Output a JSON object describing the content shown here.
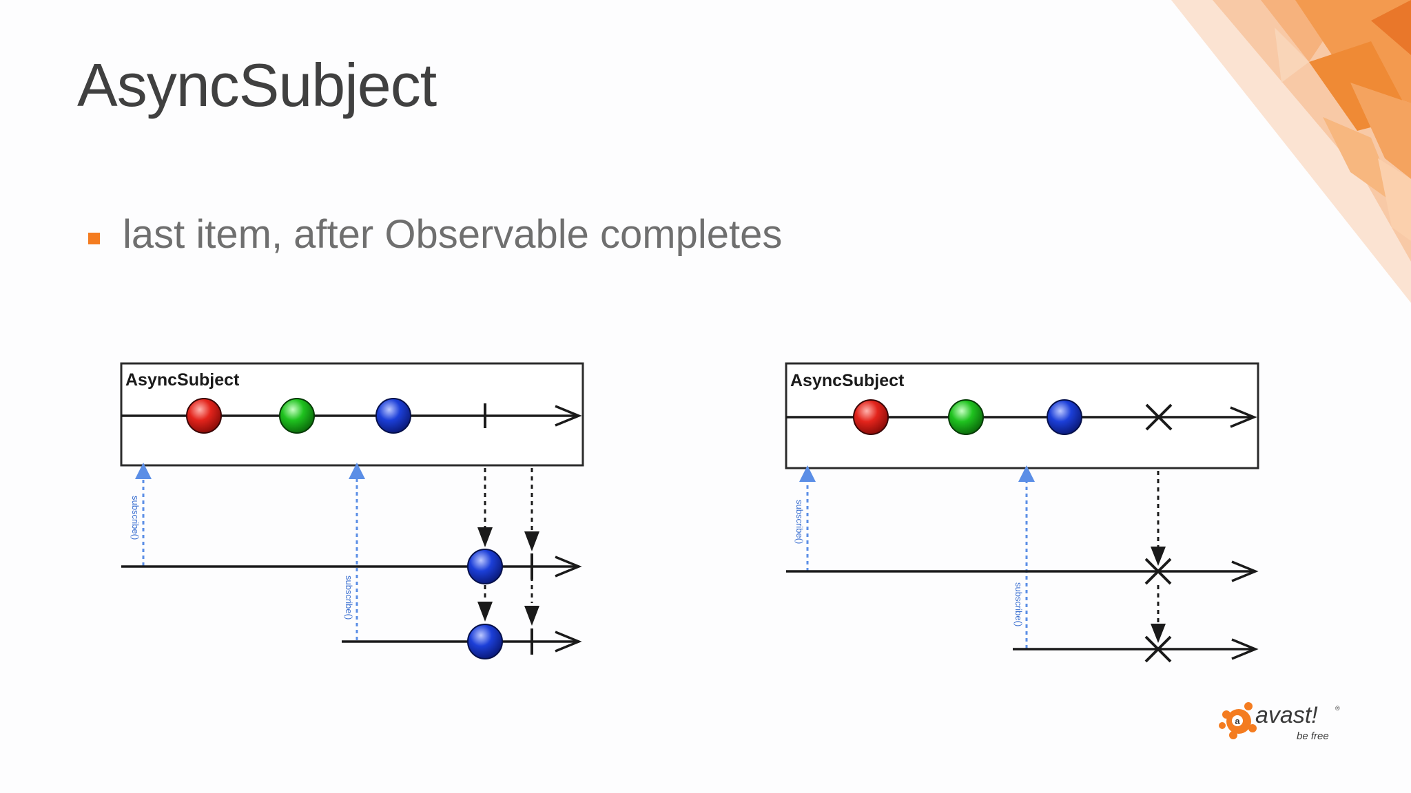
{
  "slide": {
    "title": "AsyncSubject",
    "bullets": [
      "last item, after Observable completes"
    ]
  },
  "diagrams": [
    {
      "box_label": "AsyncSubject",
      "source_emissions": [
        "red",
        "green",
        "blue"
      ],
      "source_termination": "complete",
      "subscribers": [
        {
          "label": "subscribe()",
          "receives": "blue",
          "termination": "complete"
        },
        {
          "label": "subscribe()",
          "receives": "blue",
          "termination": "complete"
        }
      ]
    },
    {
      "box_label": "AsyncSubject",
      "source_emissions": [
        "red",
        "green",
        "blue"
      ],
      "source_termination": "error",
      "subscribers": [
        {
          "label": "subscribe()",
          "receives": null,
          "termination": "error"
        },
        {
          "label": "subscribe()",
          "receives": null,
          "termination": "error"
        }
      ]
    }
  ],
  "colors": {
    "accent": "#f47c20",
    "marble_red": "#e0201c",
    "marble_green": "#1dbf1d",
    "marble_blue": "#1c3fd8",
    "subscribe_arrow": "#5b8ee6"
  },
  "logo": {
    "brand": "avast!",
    "registered": "®",
    "tagline": "be free",
    "icon": "avast-orb-icon"
  }
}
